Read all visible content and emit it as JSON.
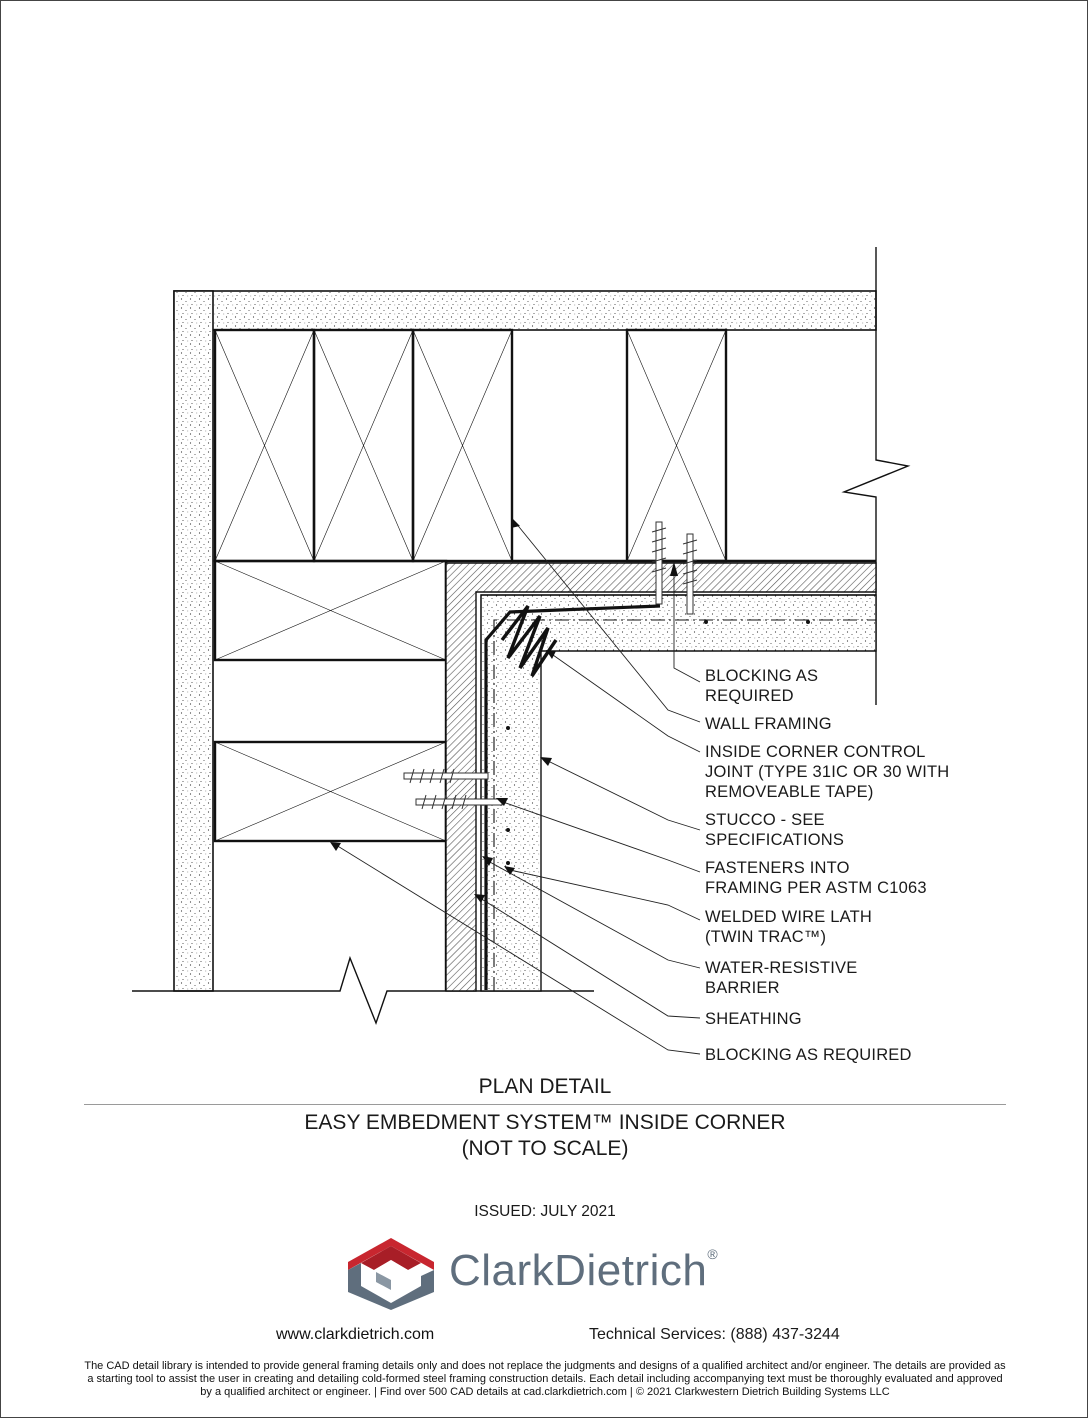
{
  "callouts": {
    "blocking_top": [
      "BLOCKING AS",
      "REQUIRED"
    ],
    "wall_framing": [
      "WALL FRAMING"
    ],
    "control_joint": [
      "INSIDE CORNER CONTROL",
      "JOINT (TYPE 31IC OR 30 WITH",
      "REMOVEABLE TAPE)"
    ],
    "stucco": [
      "STUCCO - SEE",
      "SPECIFICATIONS"
    ],
    "fasteners": [
      "FASTENERS INTO",
      "FRAMING PER ASTM C1063"
    ],
    "lath": [
      "WELDED WIRE LATH",
      "(TWIN TRAC™)"
    ],
    "wrb": [
      "WATER-RESISTIVE",
      "BARRIER"
    ],
    "sheathing": [
      "SHEATHING"
    ],
    "blocking_bottom": [
      "BLOCKING AS REQUIRED"
    ]
  },
  "title": {
    "view_name": "PLAN DETAIL",
    "detail_name": "EASY EMBEDMENT SYSTEM™ INSIDE CORNER",
    "scale": "(NOT TO SCALE)",
    "issued": "ISSUED: JULY 2021"
  },
  "brand": {
    "name": "ClarkDietrich",
    "registered": "®",
    "logo_colors": {
      "red": "#c8262f",
      "gray": "#5f6e7d"
    },
    "website": "www.clarkdietrich.com",
    "tech_services": "Technical Services: (888) 437-3244"
  },
  "disclaimer": [
    "The CAD detail library is intended to provide general framing details only and does not replace the judgments and designs of a qualified architect and/or engineer. The details are provided as",
    "a starting tool to assist the user in creating and detailing cold-formed steel framing construction details. Each detail including accompanying text must be thoroughly evaluated and approved",
    "by a qualified architect or engineer.    |    Find over 500 CAD details at cad.clarkdietrich.com    |    © 2021 Clarkwestern Dietrich Building Systems LLC"
  ]
}
